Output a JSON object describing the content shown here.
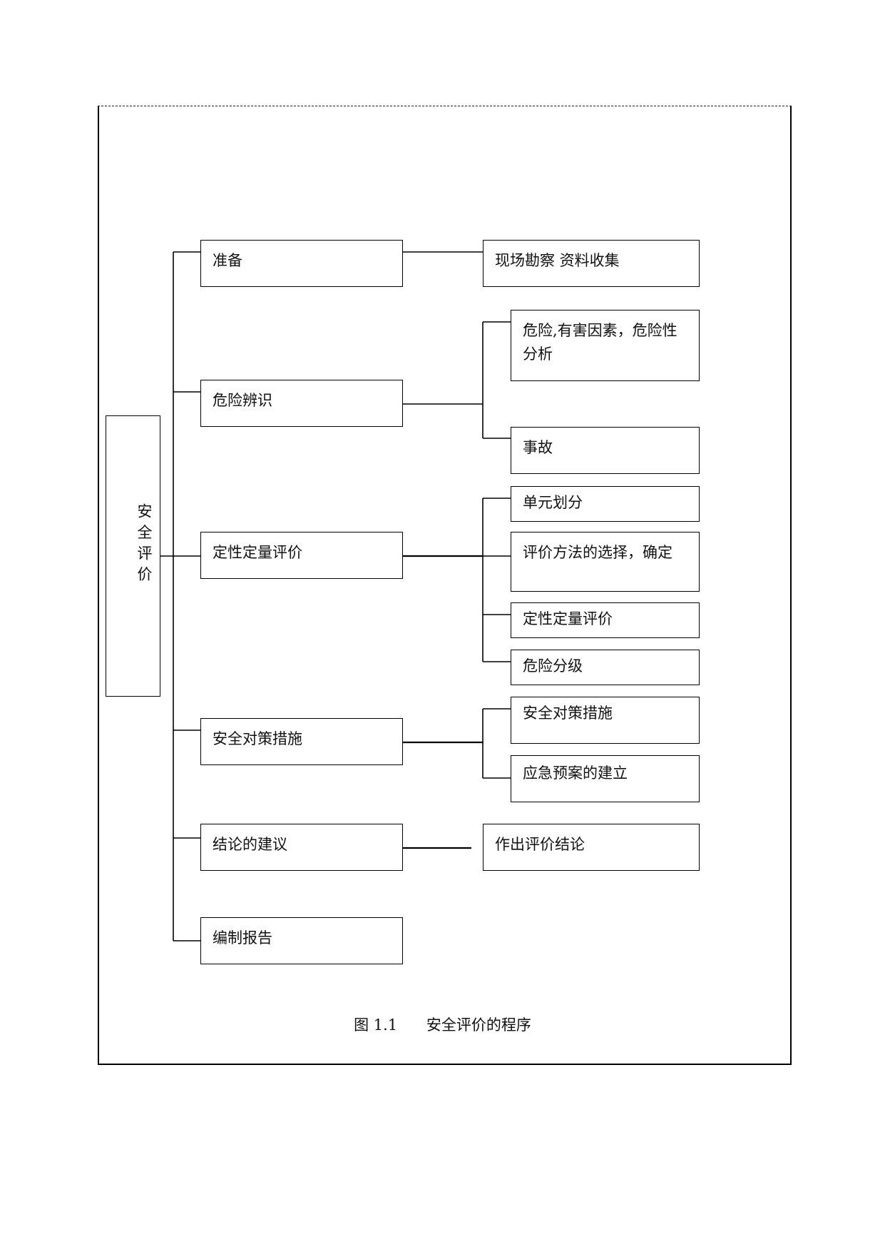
{
  "root": {
    "label": "安全评价"
  },
  "steps": [
    {
      "label": "准备"
    },
    {
      "label": "危险辨识"
    },
    {
      "label": "定性定量评价"
    },
    {
      "label": "安全对策措施"
    },
    {
      "label": "结论的建议"
    },
    {
      "label": "编制报告"
    }
  ],
  "details": [
    {
      "label": "现场勘察  资料收集"
    },
    {
      "label": "危险,有害因素，危险性分析"
    },
    {
      "label": "事故"
    },
    {
      "label": "单元划分"
    },
    {
      "label": "评价方法的选择，确定"
    },
    {
      "label": "定性定量评价"
    },
    {
      "label": "危险分级"
    },
    {
      "label": "安全对策措施"
    },
    {
      "label": "应急预案的建立"
    },
    {
      "label": "作出评价结论"
    }
  ],
  "caption": {
    "number": "图 1.1",
    "title": "安全评价的程序"
  }
}
